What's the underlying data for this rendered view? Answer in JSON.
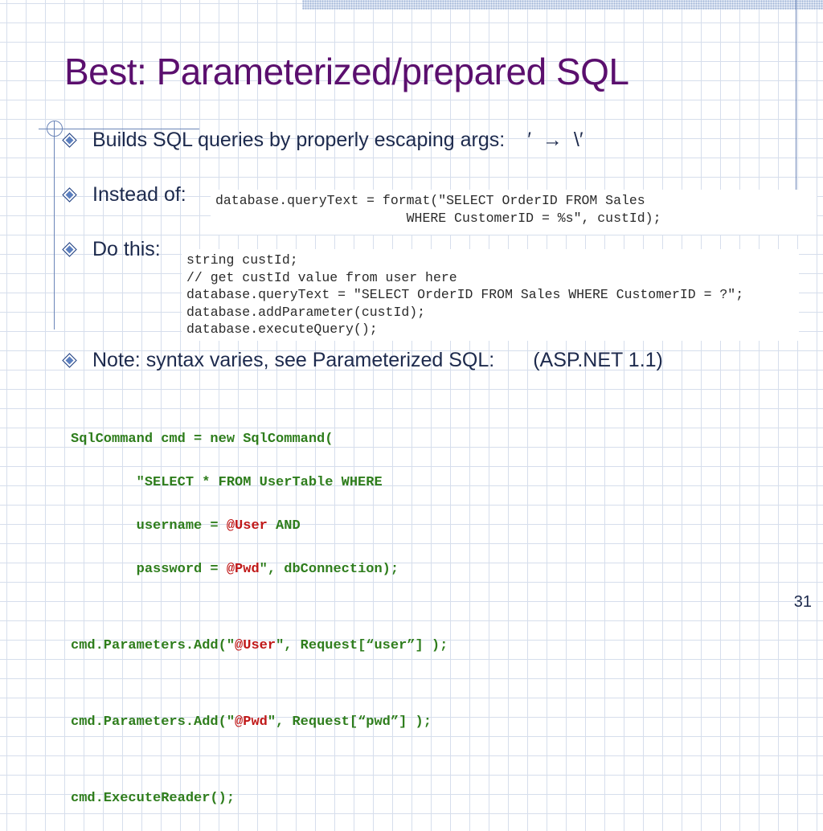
{
  "title": "Best: Parameterized/prepared  SQL",
  "bullets": {
    "builds": {
      "text": "Builds SQL queries by properly escaping args:",
      "from": "′",
      "arrow": "→",
      "to": "\\′"
    },
    "instead": {
      "text": "Instead of:"
    },
    "dothis": {
      "text": "Do this:"
    },
    "note": {
      "text": "Note: syntax varies, see Parameterized SQL:",
      "suffix": "(ASP.NET 1.1)"
    }
  },
  "code_instead": [
    "database.queryText = format(\"SELECT OrderID FROM Sales",
    "                        WHERE CustomerID = %s\", custId);"
  ],
  "code_dothis": [
    "string custId;",
    "// get custId value from user here",
    "database.queryText = \"SELECT OrderID FROM Sales WHERE CustomerID = ?\";",
    "database.addParameter(custId);",
    "database.executeQuery();"
  ],
  "aspnet": {
    "line1": "SqlCommand cmd = new SqlCommand(",
    "line2": "        \"SELECT * FROM UserTable WHERE",
    "line3a": "        username = ",
    "line3b": "@User",
    "line3c": " AND",
    "line4a": "        password = ",
    "line4b": "@Pwd",
    "line4c": "\", dbConnection);",
    "line5a": "cmd.Parameters.Add(\"",
    "line5b": "@User",
    "line5c": "\", Request[“user”] );",
    "line6a": "cmd.Parameters.Add(\"",
    "line6b": "@Pwd",
    "line6c": "\", Request[“pwd”] );",
    "line7": "cmd.ExecuteReader();"
  },
  "page_number": "31",
  "colors": {
    "title": "#5b0f6e",
    "code_green": "#2e7d1c",
    "param_red": "#c01818",
    "text": "#1d2a4d"
  }
}
